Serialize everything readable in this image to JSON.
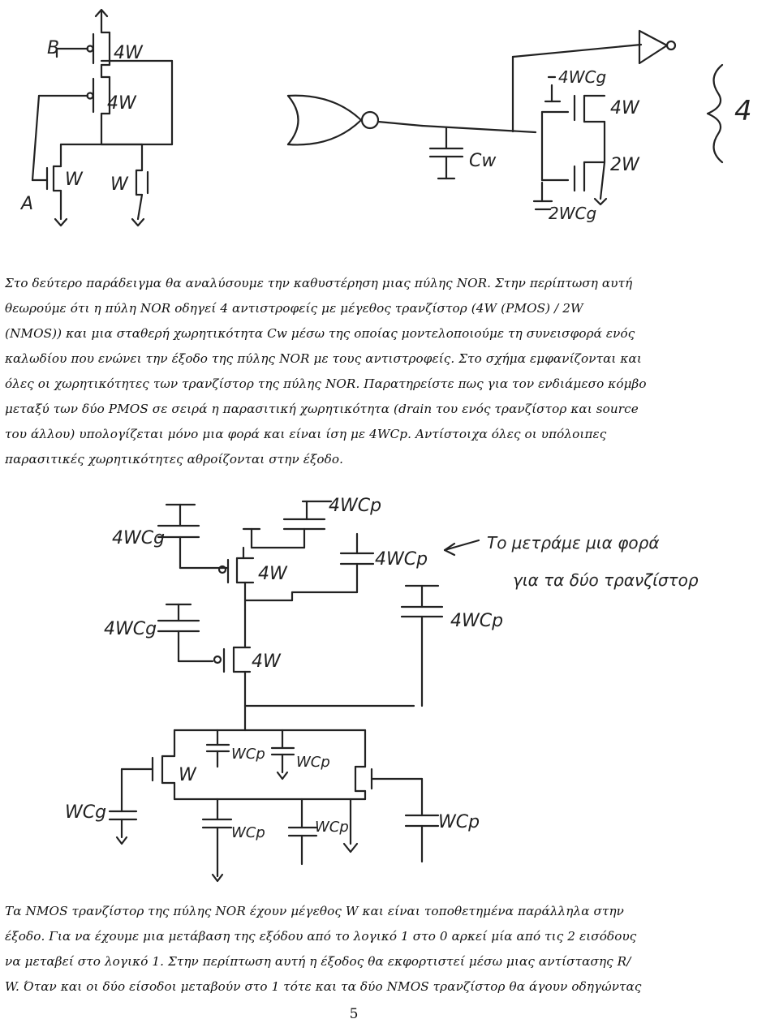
{
  "figure_top": {
    "labels": {
      "B": "B",
      "A": "A",
      "pmos1": "4W",
      "pmos2": "4W",
      "nmos1": "W",
      "nmos2": "W",
      "cw": "Cw",
      "inv_cap_top": "4WCg",
      "inv_pmos": "4W",
      "inv_nmos": "2W",
      "inv_cap_bottom": "2WCg",
      "brace": "4"
    }
  },
  "paragraph1": {
    "lines": [
      "Στο δεύτερο παράδειγμα θα αναλύσουμε την καθυστέρηση μιας πύλης NOR. Στην περίπτωση αυτή",
      "θεωρούμε ότι η πύλη NOR οδηγεί 4 αντιστροφείς με μέγεθος τρανζίστορ (4W (PMOS) / 2W",
      "(NMOS)) και μια σταθερή χωρητικότητα Cw μέσω της οποίας μοντελοποιούμε τη συνεισφορά ενός",
      "καλωδίου που ενώνει την έξοδο της πύλης NOR με τους αντιστροφείς. Στο σχήμα εμφανίζονται και",
      "όλες οι χωρητικότητες των τρανζίστορ της πύλης NOR. Παρατηρείστε πως για τον ενδιάμεσο κόμβο",
      "μεταξύ των δύο PMOS σε σειρά η παρασιτική χωρητικότητα (drain του ενός τρανζίστορ και source",
      "του άλλου) υπολογίζεται μόνο μια φορά και είναι ίση με 4WCp. Αντίστοιχα όλες οι υπόλοιπες",
      "παρασιτικές χωρητικότητες αθροίζονται στην έξοδο."
    ]
  },
  "figure_bottom": {
    "labels": {
      "cg_top_left": "4WCg",
      "cp_top": "4WCp",
      "cp_mid_right": "4WCp",
      "pmos_top": "4W",
      "note_line1": "Το μετράμε μια φορά",
      "note_line2": "για τα δύο τρανζίστορ",
      "cg_mid_left": "4WCg",
      "cp_right": "4WCp",
      "pmos_mid": "4W",
      "nmos_left": "W",
      "cp_n1": "WCp",
      "cp_n2": "WCp",
      "cg_left": "WCg",
      "cp_n3": "WCp",
      "cp_n4": "WCp",
      "cp_n5": "WCp"
    }
  },
  "paragraph2": {
    "lines": [
      "Τα NMOS τρανζίστορ της πύλης NOR έχουν μέγεθος W και είναι τοποθετημένα παράλληλα στην",
      "έξοδο. Για να έχουμε μια μετάβαση της εξόδου από το λογικό 1 στο 0 αρκεί μία από τις 2 εισόδους",
      "να μεταβεί στο λογικό 1. Στην περίπτωση αυτή η έξοδος θα εκφορτιστεί μέσω μιας αντίστασης R/",
      "W. Όταν και οι δύο είσοδοι μεταβούν στο 1 τότε και τα δύο NMOS τρανζίστορ θα άγουν οδηγώντας"
    ]
  },
  "page_number": "5"
}
